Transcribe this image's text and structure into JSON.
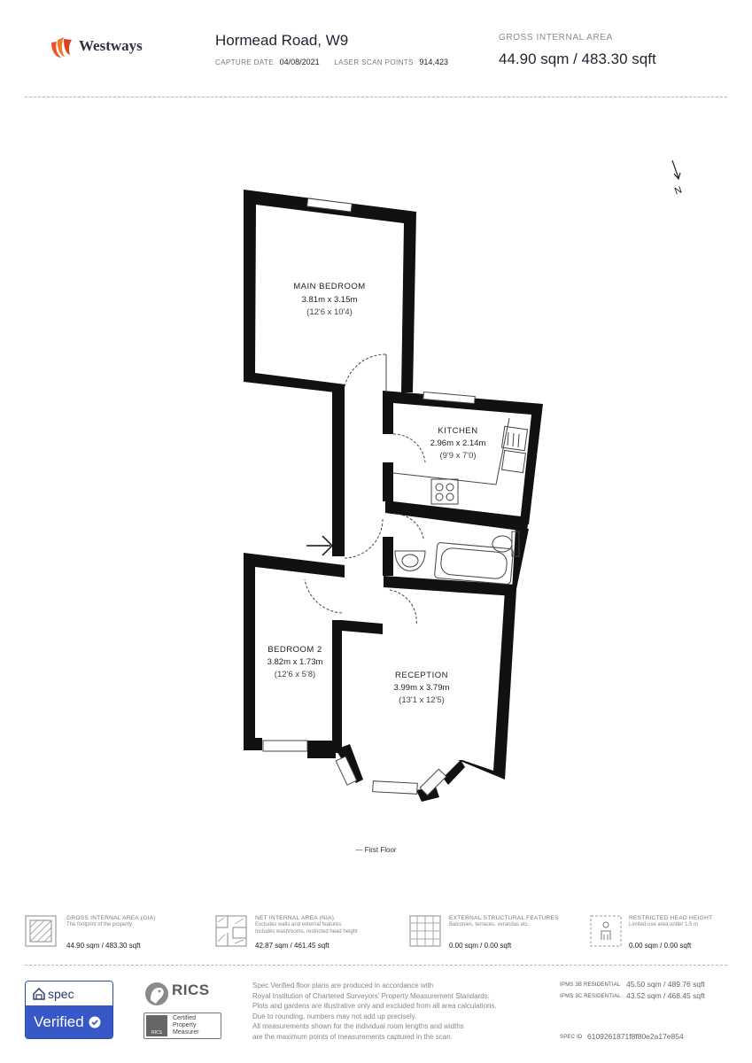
{
  "brand": {
    "name": "Westways"
  },
  "header": {
    "address": "Hormead Road, W9",
    "capture_date_label": "CAPTURE DATE",
    "capture_date": "04/08/2021",
    "laser_label": "LASER SCAN POINTS",
    "laser_points": "914,423",
    "gia_label": "GROSS INTERNAL AREA",
    "gia_value": "44.90 sqm / 483.30 sqft"
  },
  "compass": {
    "label": "N"
  },
  "rooms": [
    {
      "name": "MAIN BEDROOM",
      "metric": "3.81m x 3.15m",
      "imperial": "(12'6 x 10'4)"
    },
    {
      "name": "KITCHEN",
      "metric": "2.96m x 2.14m",
      "imperial": "(9'9 x 7'0)"
    },
    {
      "name": "BEDROOM 2",
      "metric": "3.82m x 1.73m",
      "imperial": "(12'6 x 5'8)"
    },
    {
      "name": "RECEPTION",
      "metric": "3.99m x 3.79m",
      "imperial": "(13'1 x 12'5)"
    }
  ],
  "floor_label": "— First Floor",
  "key": [
    {
      "title": "GROSS INTERNAL AREA (GIA)",
      "sub": [
        "The footprint of the property"
      ],
      "value": "44.90 sqm / 483.30 sqft",
      "icon": "gia-hatch-icon"
    },
    {
      "title": "NET INTERNAL AREA (NIA)",
      "sub": [
        "Excludes walls and external features",
        "Includes washrooms, restricted head height"
      ],
      "value": "42.87 sqm / 461.45 sqft",
      "icon": "nia-plan-icon"
    },
    {
      "title": "EXTERNAL STRUCTURAL FEATURES",
      "sub": [
        "Balconies, terraces, verandas etc."
      ],
      "value": "0.00 sqm / 0.00 sqft",
      "icon": "grid-icon"
    },
    {
      "title": "RESTRICTED HEAD HEIGHT",
      "sub": [
        "Limited use area under 1.5 m"
      ],
      "value": "0.00 sqm / 0.00 sqft",
      "icon": "person-icon"
    }
  ],
  "badge": {
    "top": "spec",
    "bottom": "Verified"
  },
  "rics": {
    "name": "RICS",
    "small": "RICS",
    "cert": [
      "Certified",
      "Property",
      "Measurer"
    ]
  },
  "disclaimer": [
    "Spec Verified floor plans are produced in accordance with",
    "Royal Institution of Chartered Surveyors' Property Measurement Standards.",
    "Plots and gardens are illustrative only and excluded from all area calculations.",
    "Due to rounding, numbers may not add up precisely.",
    "All measurements shown for the individual room lengths and widths",
    "are the maximum points of measurements captured in the scan."
  ],
  "ipms": [
    {
      "label": "IPMS 3B RESIDENTIAL",
      "value": "45.50 sqm / 489.76 sqft"
    },
    {
      "label": "IPMS 3C RESIDENTIAL",
      "value": "43.52 sqm / 468.45 sqft"
    }
  ],
  "spec_id": {
    "label": "SPEC ID",
    "value": "6109261871f8f80e2a17e854"
  },
  "colors": {
    "wall": "#111111",
    "brand": "#e8552a",
    "spec_blue": "#3958c8"
  }
}
